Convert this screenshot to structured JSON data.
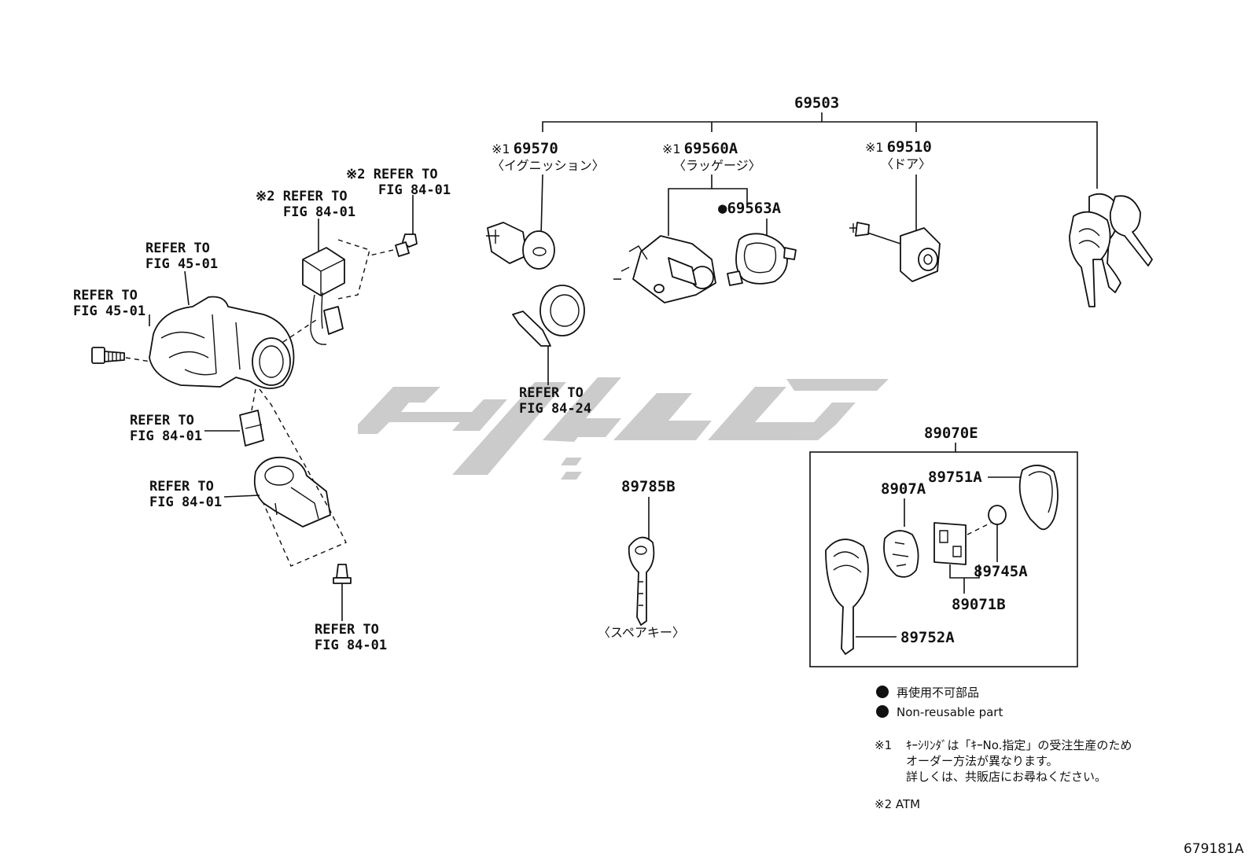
{
  "diagram_id": "679181A",
  "watermark_logo": "logo",
  "assembly": {
    "number": "69503"
  },
  "callouts": {
    "c69570": {
      "mark": "※1",
      "number": "69570",
      "name": "〈イグニッション〉"
    },
    "c69560A": {
      "mark": "※1",
      "number": "69560A",
      "name": "〈ラッゲージ〉"
    },
    "c69563A": {
      "number": "●69563A"
    },
    "c69510": {
      "mark": "※1",
      "number": "69510",
      "name": "〈ドア〉"
    },
    "c89785B": {
      "number": "89785B",
      "name": "〈スペアキー〉"
    },
    "c89070E": {
      "number": "89070E"
    },
    "c89751A": {
      "number": "89751A"
    },
    "c8907A": {
      "number": "8907A"
    },
    "c89745A": {
      "number": "89745A"
    },
    "c89071B": {
      "number": "89071B"
    },
    "c89752A": {
      "number": "89752A"
    }
  },
  "refs": {
    "r1": {
      "l1": "※2 REFER TO",
      "l2": "FIG 84-01"
    },
    "r2": {
      "l1": "※2 REFER TO",
      "l2": "FIG 84-01"
    },
    "r3": {
      "l1": "REFER TO",
      "l2": "FIG 45-01"
    },
    "r4": {
      "l1": "REFER TO",
      "l2": "FIG 45-01"
    },
    "r5": {
      "l1": "REFER TO",
      "l2": "FIG 84-01"
    },
    "r6": {
      "l1": "REFER TO",
      "l2": "FIG 84-01"
    },
    "r7": {
      "l1": "REFER TO",
      "l2": "FIG 84-01"
    },
    "r8": {
      "l1": "REFER TO",
      "l2": "FIG 84-24"
    }
  },
  "legend": {
    "jp": "再使用不可部品",
    "en": "Non-reusable part"
  },
  "notes": {
    "n1_mark": "※1",
    "n1_l1": "ｷｰｼﾘﾝﾀﾞは「ｷｰNo.指定」の受注生産のため",
    "n1_l2": "オーダー方法が異なります。",
    "n1_l3": "詳しくは、共販店にお尋ねください。",
    "n2": "※2 ATM"
  }
}
